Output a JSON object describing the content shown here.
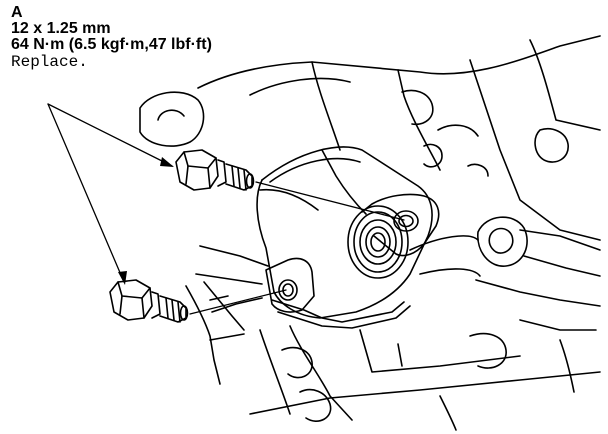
{
  "callout": {
    "label": "A",
    "size": "12 x 1.25 mm",
    "torque": "64 N·m (6.5 kgf·m,47 lbf·ft)",
    "note": "Replace."
  }
}
